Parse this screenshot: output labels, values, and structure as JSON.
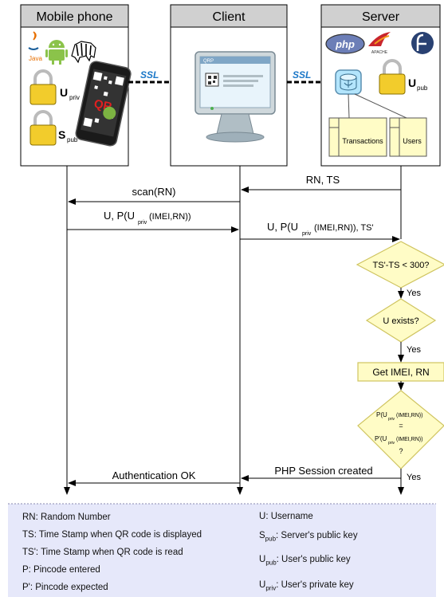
{
  "columns": {
    "mobile": "Mobile phone",
    "client": "Client",
    "server": "Server"
  },
  "ssl_label": "SSL",
  "server_boxes": {
    "transactions": "Transactions",
    "users": "Users"
  },
  "phone": {
    "u_priv_letter": "U",
    "u_priv_sub": "priv",
    "s_pub_letter": "S",
    "s_pub_sub": "pub"
  },
  "server_key": {
    "letter": "U",
    "sub": "pub"
  },
  "screen": {
    "qrp": "QRP"
  },
  "logos": {
    "java": "Java",
    "php": "php",
    "apache": "APACHE"
  },
  "messages": {
    "rn_ts": "RN, TS",
    "scan": "scan(RN)",
    "u_p_mobile": "U, P(U",
    "u_p_mobile_sub": "priv",
    "u_p_mobile_tail": "(IMEI,RN))",
    "u_p_client": "U, P(U",
    "u_p_client_sub": "priv",
    "u_p_client_tail": "(IMEI,RN)), TS'",
    "php_session": "PHP Session created",
    "auth_ok": "Authentication OK"
  },
  "flow": {
    "cond1": "TS'-TS < 300?",
    "yes1": "Yes",
    "cond2": "U exists?",
    "yes2": "Yes",
    "step": "Get IMEI, RN",
    "cond3_line1_a": "P(U",
    "cond3_line1_sub": "priv",
    "cond3_line1_b": "(IMEI,RN))",
    "cond3_eq": "=",
    "cond3_line2_a": "P'(U",
    "cond3_line2_sub": "priv",
    "cond3_line2_b": "(IMEI,RN))",
    "cond3_q": "?",
    "yes3": "Yes"
  },
  "legend": {
    "left": [
      "RN: Random Number",
      "TS: Time Stamp when QR code is displayed",
      "TS': Time Stamp when QR code is read",
      "P: Pincode entered",
      "P': Pincode expected"
    ],
    "right": [
      {
        "sym": "U",
        "sub": "",
        "text": ": Username"
      },
      {
        "sym": "S",
        "sub": "pub",
        "text": ": Server's public key"
      },
      {
        "sym": "U",
        "sub": "pub",
        "text": ": User's public key"
      },
      {
        "sym": "U",
        "sub": "priv",
        "text": ": User's private key"
      }
    ]
  },
  "colors": {
    "header": "#d0d0d0",
    "lock": "#f2cc2c",
    "legend_bg": "#e6e8fa",
    "diamond": "#fffcc6",
    "diamond_stroke": "#cfc460",
    "ssl": "#1c78c8",
    "db_box": "#fffcc6"
  }
}
